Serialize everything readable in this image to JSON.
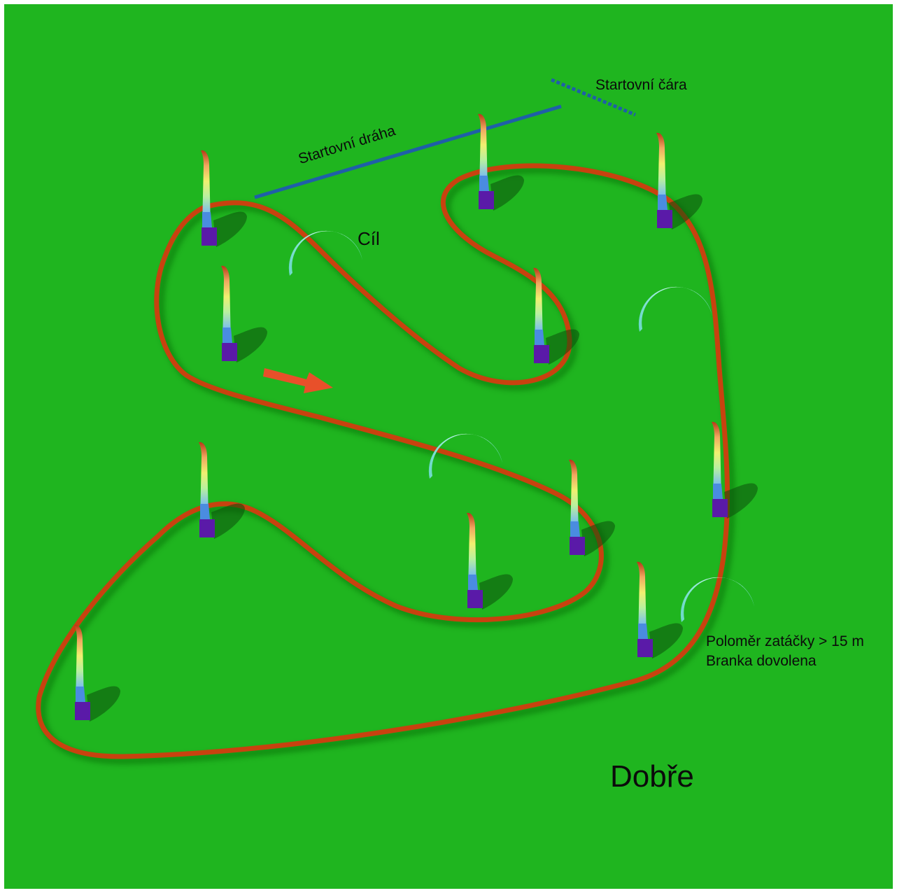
{
  "colors": {
    "field": "#1fb51f",
    "track": "#c8420f",
    "start_lane": "#1f5fa8",
    "gate_arc": "#a8f0e8",
    "arrow": "#e8502a",
    "pylon_base": "#5a1aa8"
  },
  "labels": {
    "start_line": "Startovní čára",
    "start_lane": "Startovní dráha",
    "finish": "Cíl",
    "radius_note": "Poloměr zatáčky > 15 m",
    "gate_note": "Branka dovolena",
    "verdict": "Dobře"
  },
  "icons": {
    "pylon": "rainbow-pylon-icon",
    "gate": "gate-arc-icon",
    "direction": "direction-arrow-icon"
  }
}
